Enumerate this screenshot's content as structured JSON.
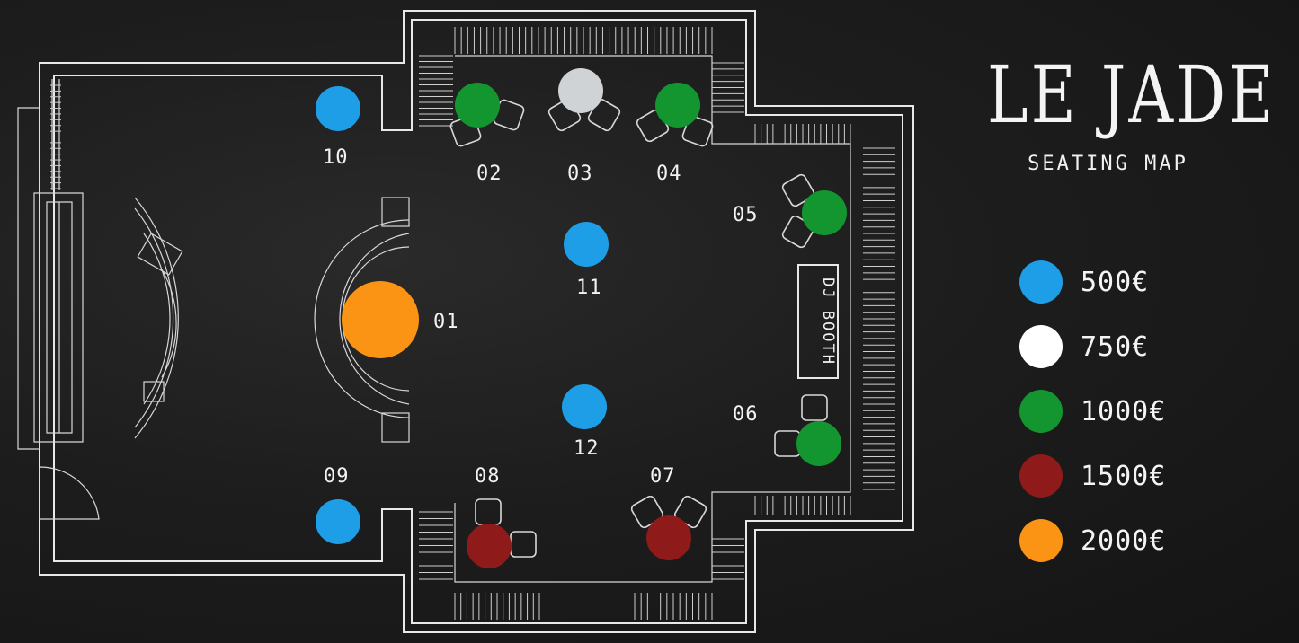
{
  "brand": {
    "title": "LE JADE",
    "subtitle": "SEATING MAP"
  },
  "booth": {
    "label": "DJ BOOTH"
  },
  "colors": {
    "blue": "#1e9ee6",
    "white": "#ffffff",
    "grey": "#cfd3d6",
    "green": "#13962f",
    "red": "#8e1a19",
    "orange": "#fb9414"
  },
  "legend": [
    {
      "price": "500€",
      "color": "#1e9ee6"
    },
    {
      "price": "750€",
      "color": "#ffffff"
    },
    {
      "price": "1000€",
      "color": "#13962f"
    },
    {
      "price": "1500€",
      "color": "#8e1a19"
    },
    {
      "price": "2000€",
      "color": "#fb9414"
    }
  ],
  "tables": [
    {
      "id": "01",
      "price": "2000€",
      "color": "#fb9414"
    },
    {
      "id": "02",
      "price": "1000€",
      "color": "#13962f"
    },
    {
      "id": "03",
      "price": "750€",
      "color": "#cfd3d6"
    },
    {
      "id": "04",
      "price": "1000€",
      "color": "#13962f"
    },
    {
      "id": "05",
      "price": "1000€",
      "color": "#13962f"
    },
    {
      "id": "06",
      "price": "1000€",
      "color": "#13962f"
    },
    {
      "id": "07",
      "price": "1500€",
      "color": "#8e1a19"
    },
    {
      "id": "08",
      "price": "1500€",
      "color": "#8e1a19"
    },
    {
      "id": "09",
      "price": "500€",
      "color": "#1e9ee6"
    },
    {
      "id": "10",
      "price": "500€",
      "color": "#1e9ee6"
    },
    {
      "id": "11",
      "price": "500€",
      "color": "#1e9ee6"
    },
    {
      "id": "12",
      "price": "500€",
      "color": "#1e9ee6"
    }
  ]
}
